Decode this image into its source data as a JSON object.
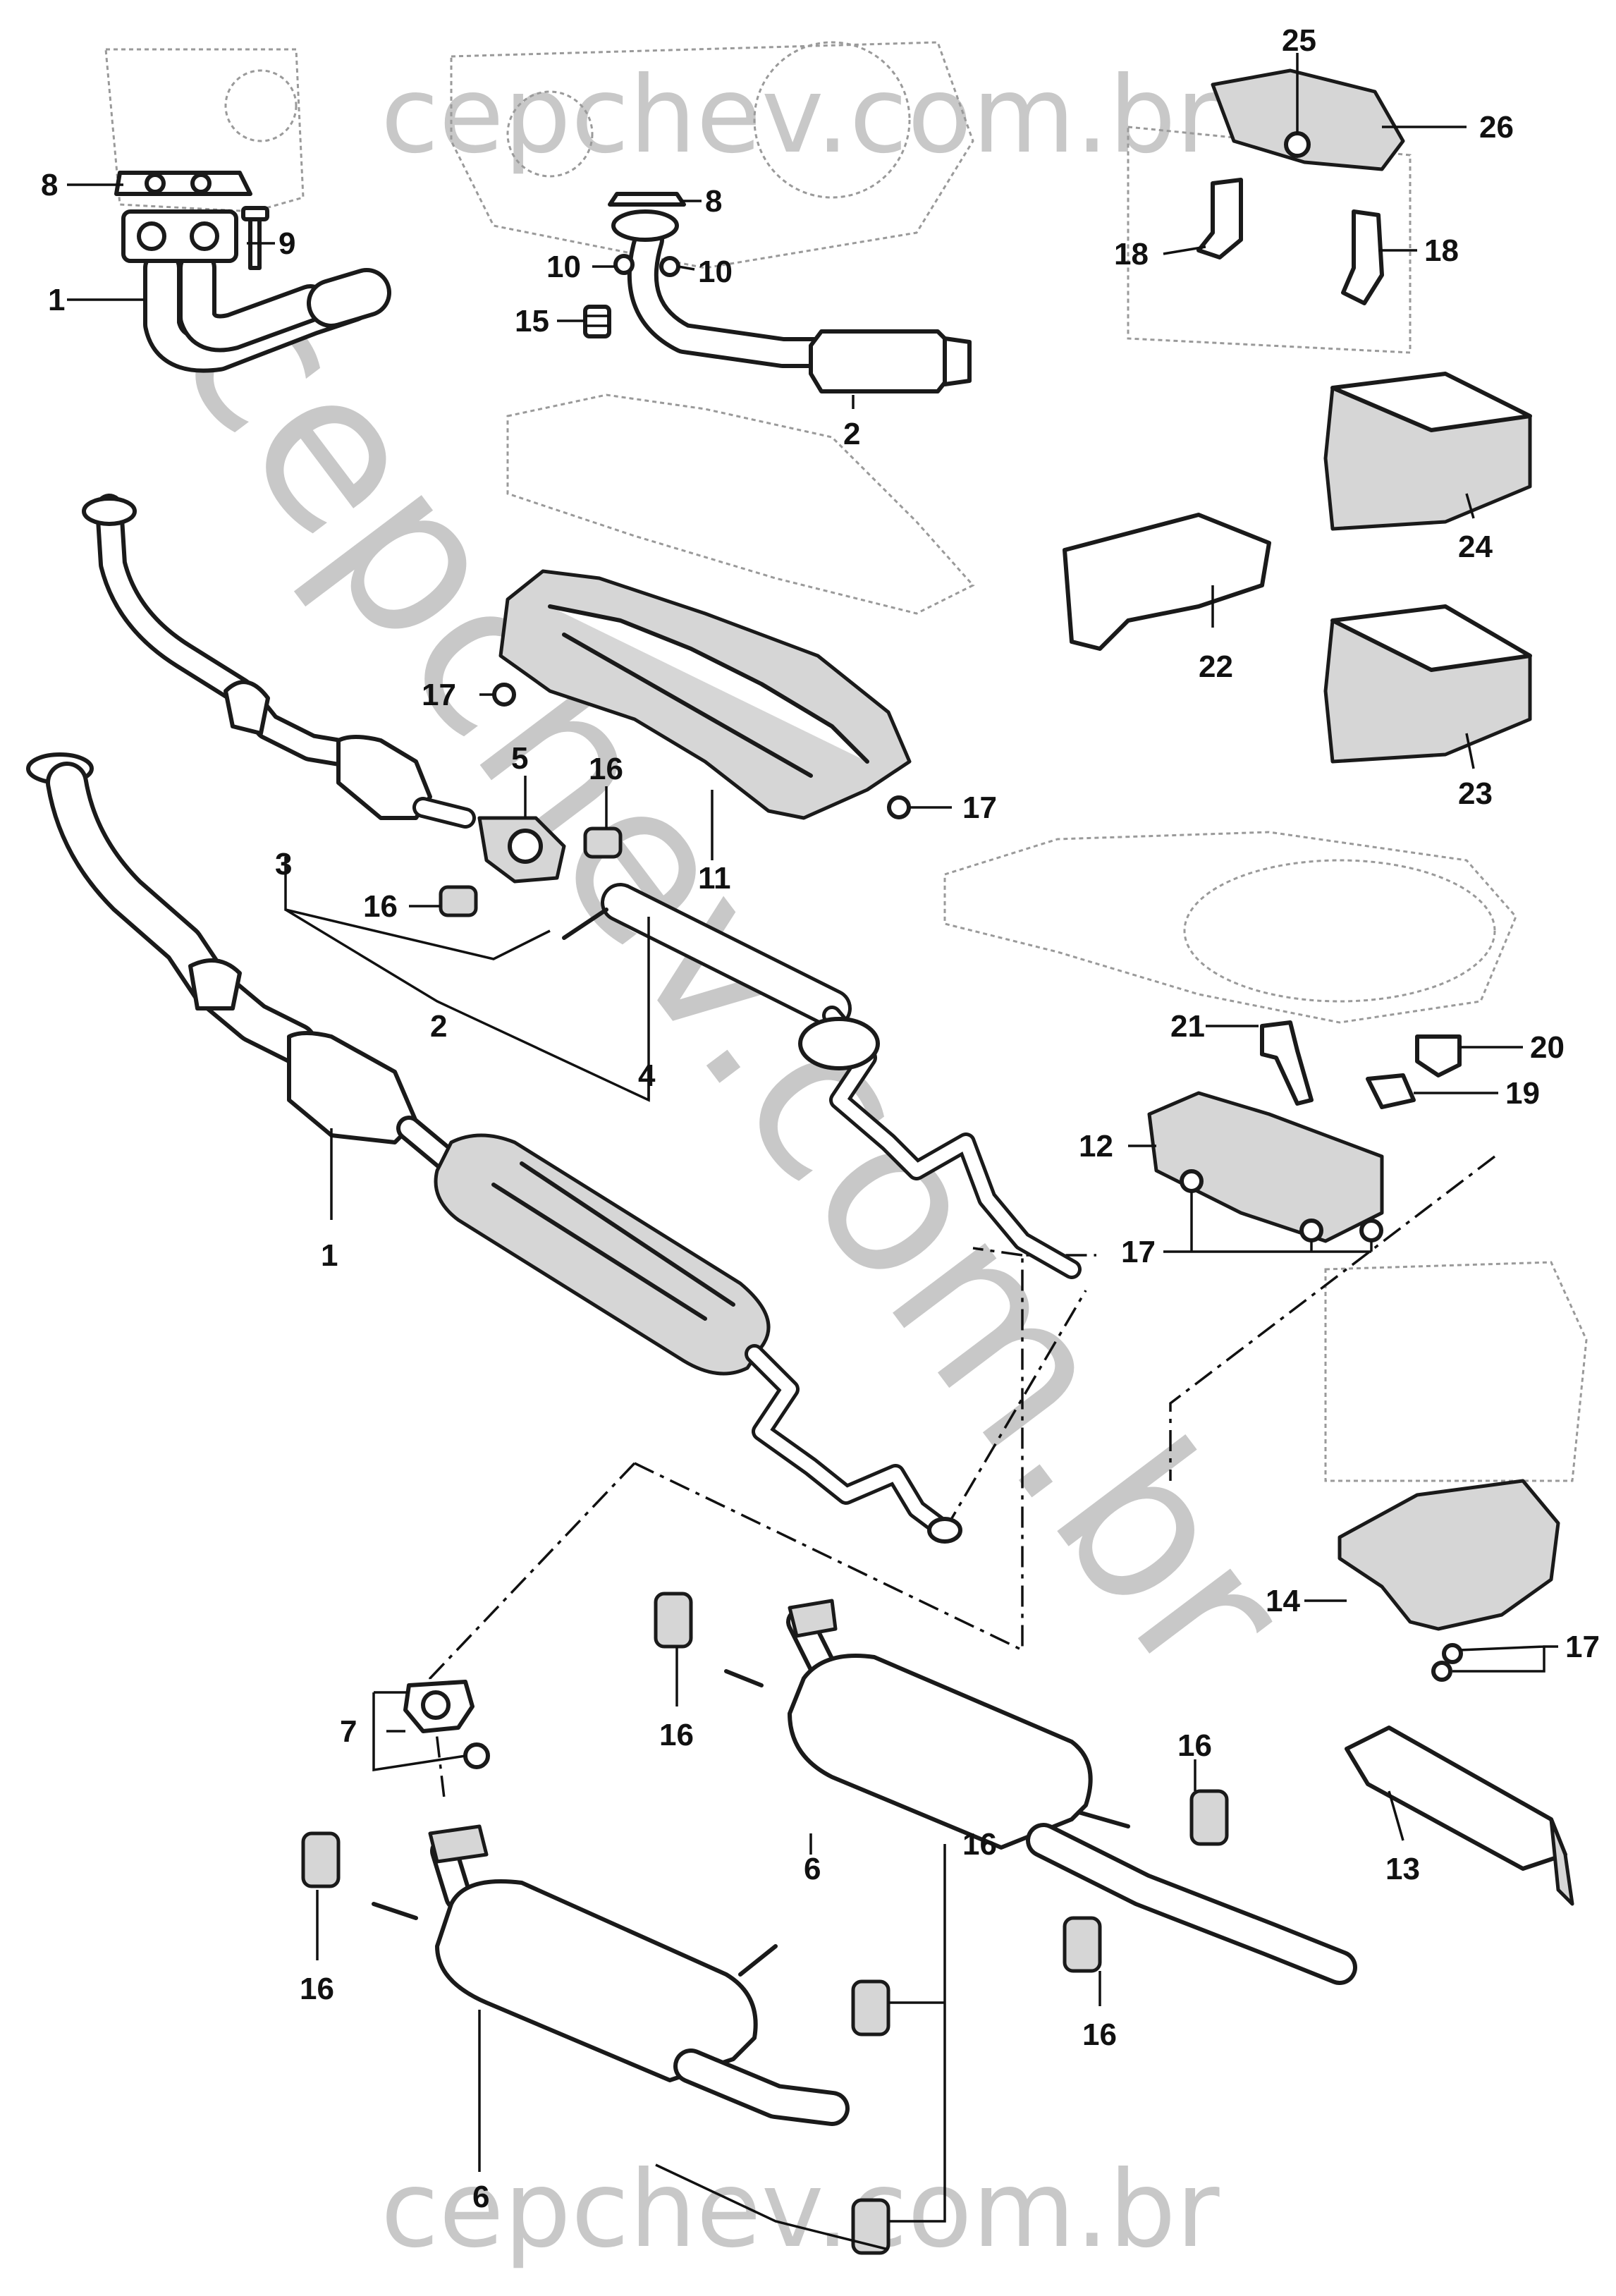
{
  "watermark": {
    "top": "cepchev.com.br",
    "bottom": "cepchev.com.br",
    "diagonal": "cepchev.com.br",
    "color": "#c8c8c8"
  },
  "callouts": {
    "c1a": "1",
    "c1b": "1",
    "c2a": "2",
    "c2b": "2",
    "c3": "3",
    "c4": "4",
    "c5": "5",
    "c6a": "6",
    "c6b": "6",
    "c7": "7",
    "c8a": "8",
    "c8b": "8",
    "c9": "9",
    "c10a": "10",
    "c10b": "10",
    "c11": "11",
    "c12": "12",
    "c13": "13",
    "c14": "14",
    "c15": "15",
    "c16a": "16",
    "c16b": "16",
    "c16c": "16",
    "c16d": "16",
    "c16e": "16",
    "c16f": "16",
    "c16g": "16",
    "c17a": "17",
    "c17b": "17",
    "c17c": "17",
    "c17d": "17",
    "c18a": "18",
    "c18b": "18",
    "c19": "19",
    "c20": "20",
    "c21": "21",
    "c22": "22",
    "c23": "23",
    "c24": "24",
    "c25": "25",
    "c26": "26"
  }
}
